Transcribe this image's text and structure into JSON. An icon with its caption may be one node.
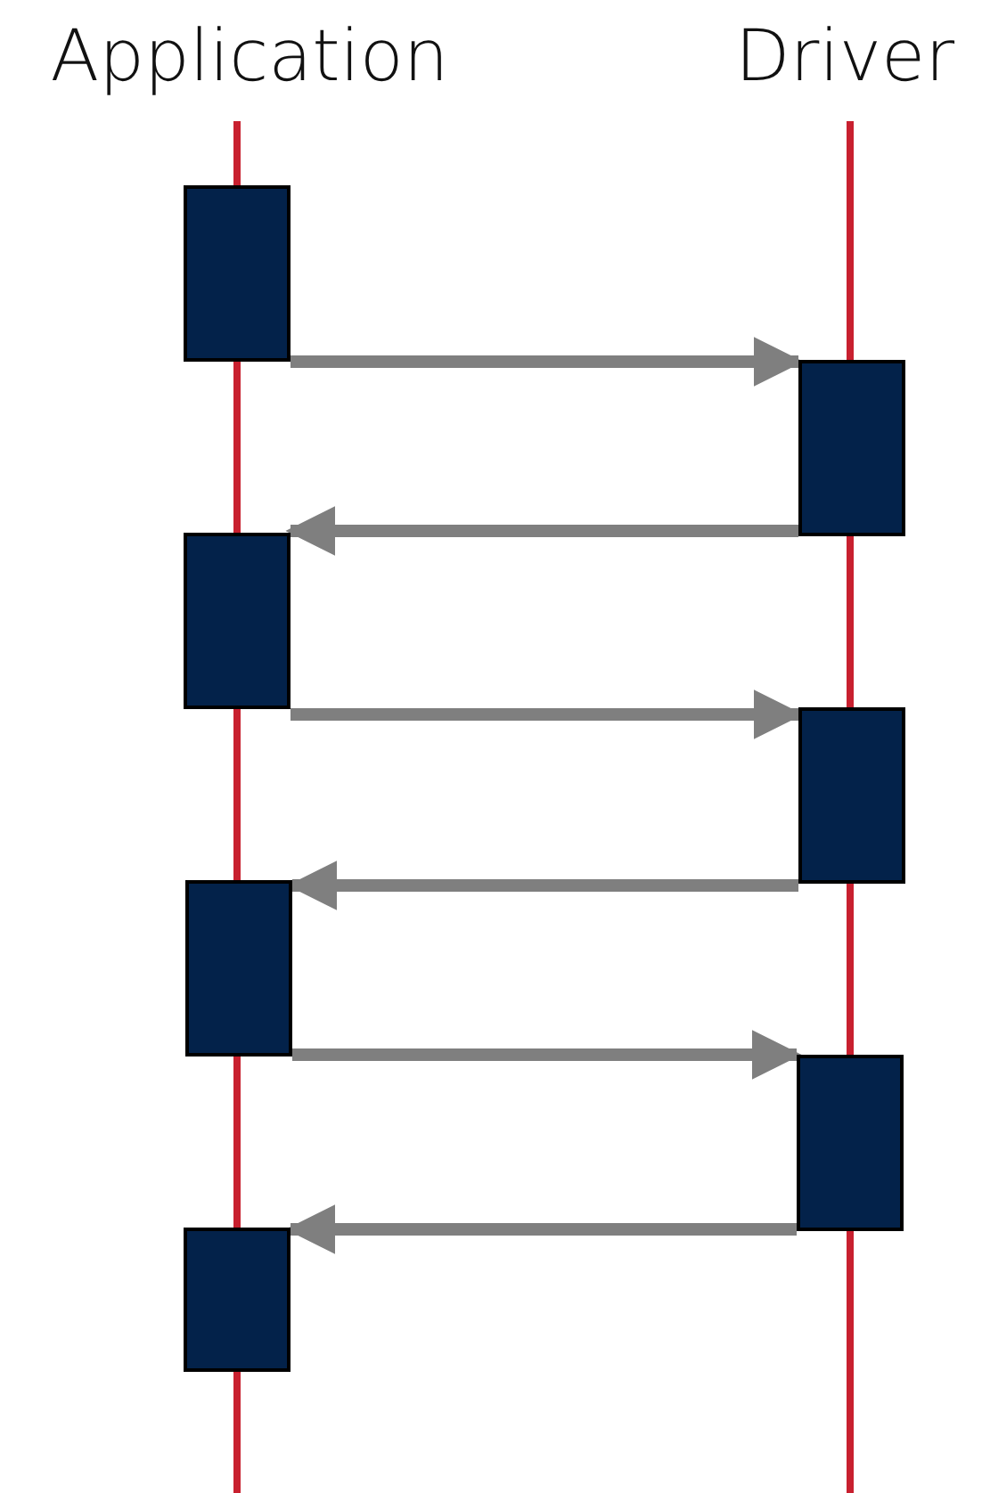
{
  "diagram": {
    "nodes": [
      {
        "text": [
          "Application"
        ]
      },
      {
        "text": [
          "Driver"
        ]
      },
      {
        "text": [],
        "shape": "box"
      },
      {
        "text": [],
        "shape": "box"
      },
      {
        "text": [],
        "shape": "box"
      },
      {
        "text": [],
        "shape": "box"
      },
      {
        "text": [],
        "shape": "box"
      },
      {
        "text": [],
        "shape": "box"
      },
      {
        "text": [],
        "shape": "box"
      }
    ],
    "edges": [
      {
        "from": 2,
        "to": 6,
        "arrow": "to"
      },
      {
        "from": 6,
        "to": 3,
        "arrow": "to"
      },
      {
        "from": 3,
        "to": 7,
        "arrow": "to"
      },
      {
        "from": 7,
        "to": 4,
        "arrow": "to"
      },
      {
        "from": 4,
        "to": 8,
        "arrow": "to"
      },
      {
        "from": 8,
        "to": 5,
        "arrow": "to"
      }
    ]
  }
}
